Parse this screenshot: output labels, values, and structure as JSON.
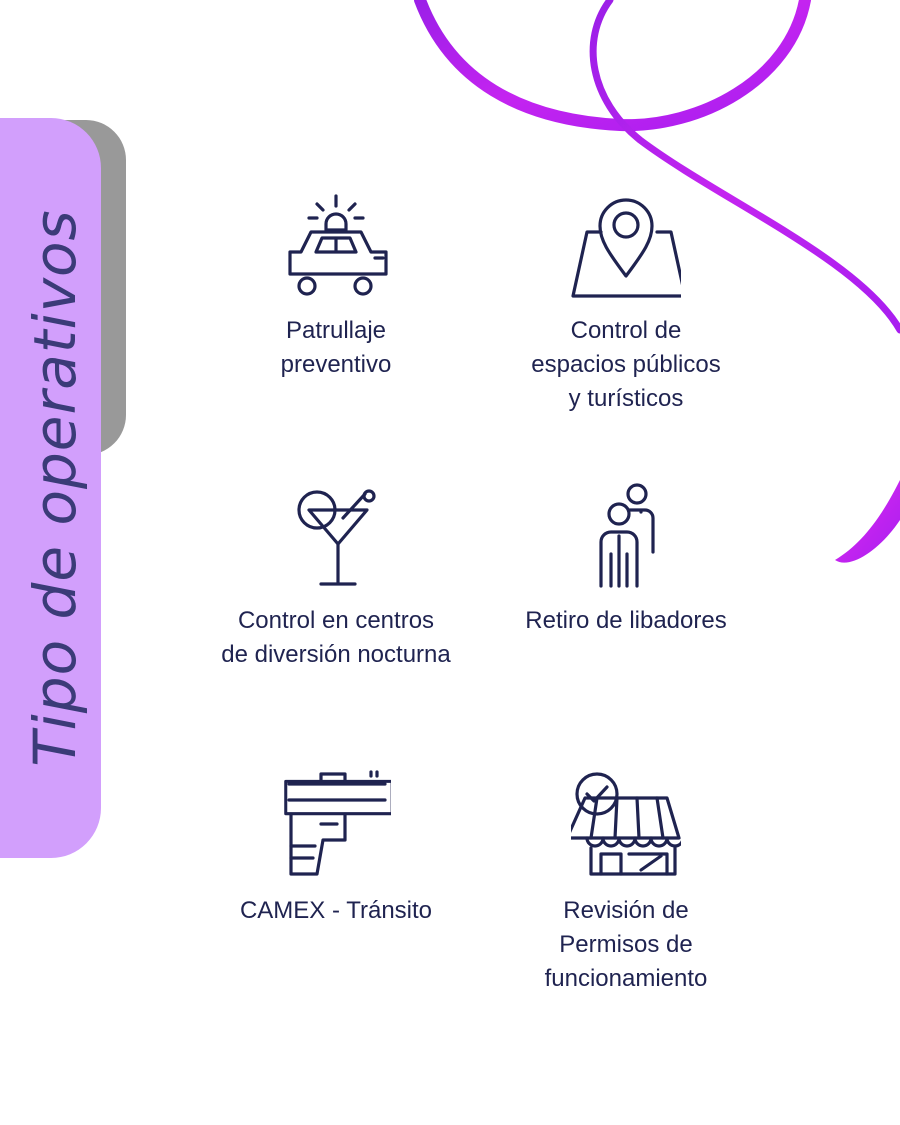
{
  "tab": {
    "title": "Tipo de operativos"
  },
  "colors": {
    "tab_fill": "#d29ffc",
    "tab_shadow": "#999999",
    "tab_text": "#3b3b78",
    "icon_stroke": "#1f2350",
    "label_text": "#1f2350",
    "ribbon": "#a81ef0"
  },
  "items": [
    {
      "icon": "police-car-icon",
      "label": "Patrullaje\npreventivo"
    },
    {
      "icon": "map-pin-icon",
      "label": "Control de\nespacios públicos\ny turísticos"
    },
    {
      "icon": "cocktail-icon",
      "label": "Control en centros\nde diversión nocturna"
    },
    {
      "icon": "people-icon",
      "label": "Retiro de libadores"
    },
    {
      "icon": "pistol-icon",
      "label": "CAMEX - Tránsito"
    },
    {
      "icon": "store-check-icon",
      "label": "Revisión de\nPermisos de funcionamiento"
    }
  ]
}
